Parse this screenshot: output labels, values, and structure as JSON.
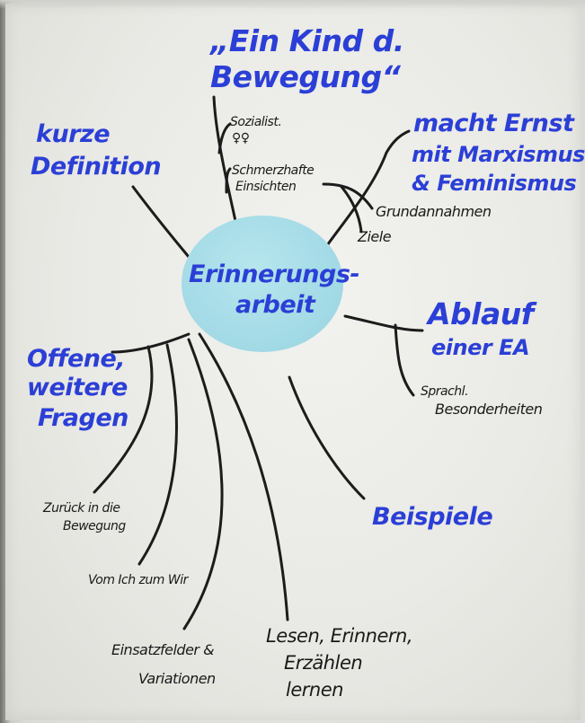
{
  "center": {
    "line1": "Erinnerungs-",
    "line2": "arbeit"
  },
  "topics": {
    "bewegung": {
      "line1": "„Ein Kind d.",
      "line2": "Bewegung“"
    },
    "marxismus": {
      "line1": "macht Ernst",
      "line2": "mit Marxismus",
      "line3": "& Feminismus"
    },
    "definition": {
      "line1": "kurze",
      "line2": "Definition"
    },
    "ablauf": {
      "line1": "Ablauf",
      "line2": "einer EA"
    },
    "fragen": {
      "line1": "Offene,",
      "line2": "weitere",
      "line3": "Fragen"
    },
    "beispiele": {
      "label": "Beispiele"
    }
  },
  "subtopics": {
    "sozialist": {
      "line1": "Sozialist.",
      "line2": "♀♀"
    },
    "einsichten": {
      "line1": "Schmerzhafte",
      "line2": "Einsichten"
    },
    "grundannahmen": {
      "label": "Grundannahmen"
    },
    "ziele": {
      "label": "Ziele"
    },
    "sprachl": {
      "line1": "Sprachl.",
      "line2": "Besonderheiten"
    },
    "zurueck": {
      "line1": "Zurück in die",
      "line2": "Bewegung"
    },
    "ichwir": {
      "label": "Vom Ich zum Wir"
    },
    "einsatz": {
      "line1": "Einsatzfelder &",
      "line2": "Variationen"
    },
    "lesen": {
      "line1": "Lesen, Erinnern,",
      "line2": "Erzählen",
      "line3": "lernen"
    }
  },
  "colors": {
    "topic": "#2b3fd6",
    "subtopic": "#1a1a1a",
    "center_fill": "#a4dbe6",
    "paper": "#eaeae6"
  }
}
